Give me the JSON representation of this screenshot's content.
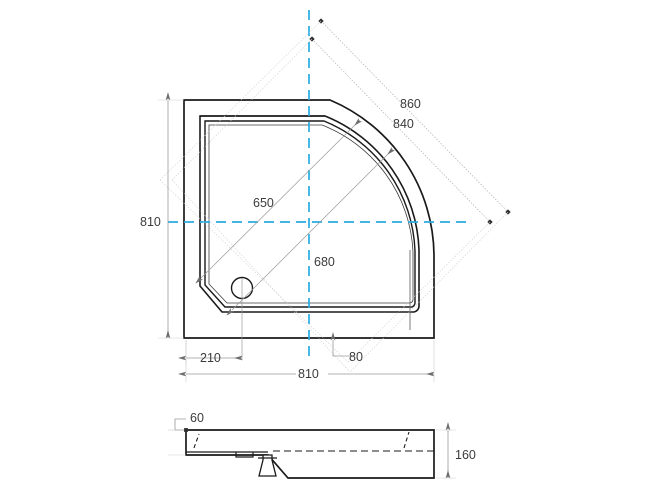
{
  "document": {
    "title": "Quadrant Shower Tray Technical Drawing",
    "units": "mm"
  },
  "colors": {
    "outline": "#1a1a1a",
    "dimension_line": "#b3b3b3",
    "centerline": "#29abe2",
    "text": "#3b3b3b",
    "background": "#ffffff"
  },
  "plan_view": {
    "name": "plan-view",
    "dimensions": {
      "overall_width": "810",
      "overall_depth": "810",
      "diagonal_outer": "860",
      "diagonal_inner": "840",
      "inner_diagonal_upper": "650",
      "inner_diagonal_lower": "680",
      "waste_offset_left": "210",
      "waste_offset_right": "80"
    },
    "labels": {
      "width_810": "810",
      "depth_810": "810",
      "diag_860": "860",
      "diag_840": "840",
      "inner_650": "650",
      "inner_680": "680",
      "offset_210": "210",
      "offset_80": "80"
    }
  },
  "section_view": {
    "name": "section-view",
    "dimensions": {
      "lip_height": "60",
      "overall_height": "160"
    },
    "labels": {
      "height_60": "60",
      "height_160": "160"
    }
  }
}
